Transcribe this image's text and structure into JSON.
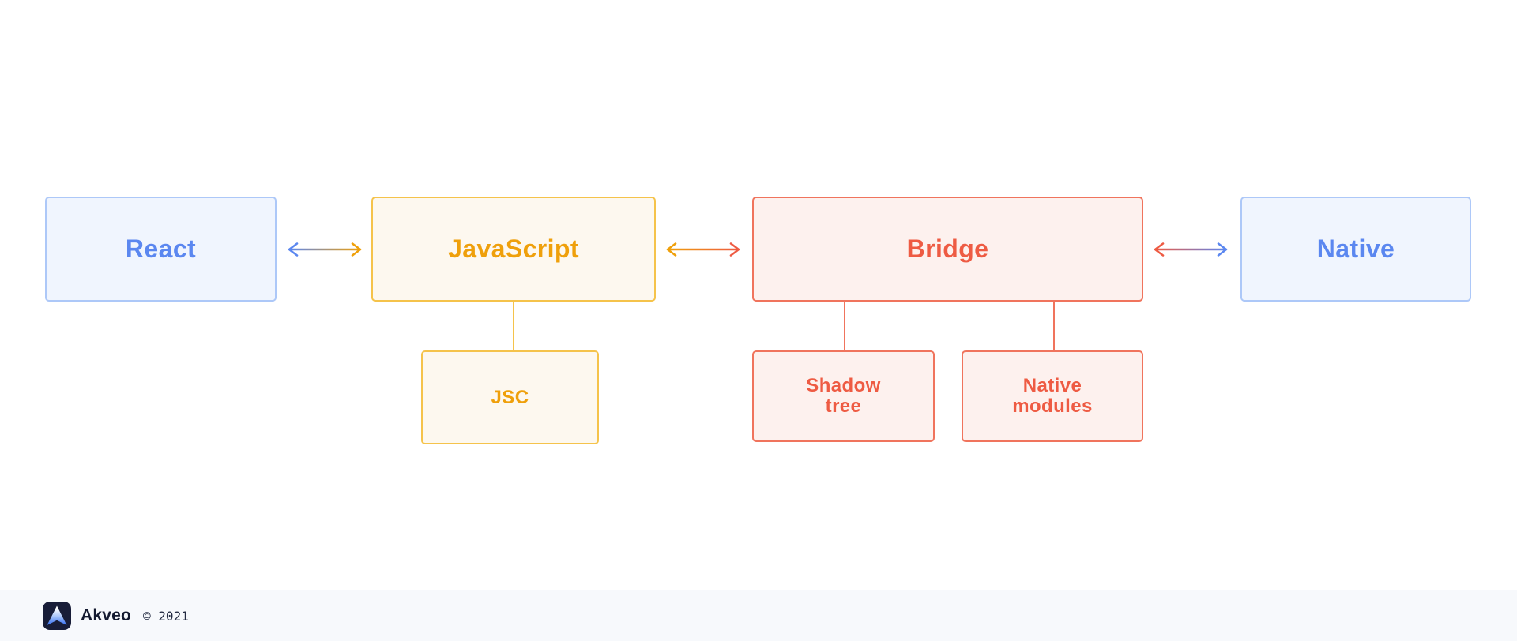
{
  "palette": {
    "blue_text": "#5b87f0",
    "blue_border": "#adc8f8",
    "blue_bg": "#f0f5fe",
    "orange_text": "#efa00b",
    "orange_border": "#f5c34b",
    "orange_bg": "#fdf8ef",
    "red_text": "#ee5b43",
    "red_border": "#f0745d",
    "red_bg": "#fdf1ee",
    "footer_bg": "#f7f9fc",
    "logo_bg": "#181d38",
    "brand_text": "#141a30"
  },
  "diagram": {
    "nodes": {
      "react": {
        "label": "React",
        "theme": "blue"
      },
      "javascript": {
        "label": "JavaScript",
        "theme": "orange"
      },
      "bridge": {
        "label": "Bridge",
        "theme": "red"
      },
      "native": {
        "label": "Native",
        "theme": "blue"
      },
      "jsc": {
        "label": "JSC",
        "theme": "orange",
        "parent": "javascript"
      },
      "shadow_tree": {
        "label": "Shadow\ntree",
        "theme": "red",
        "parent": "bridge"
      },
      "native_modules": {
        "label": "Native\nmodules",
        "theme": "red",
        "parent": "bridge"
      }
    },
    "arrows": [
      {
        "from": "react",
        "to": "javascript",
        "direction": "both",
        "from_color": "#5b87f0",
        "to_color": "#efa00b"
      },
      {
        "from": "javascript",
        "to": "bridge",
        "direction": "both",
        "from_color": "#efa00b",
        "to_color": "#ee5b43"
      },
      {
        "from": "bridge",
        "to": "native",
        "direction": "both",
        "from_color": "#ee5b43",
        "to_color": "#5b87f0"
      }
    ]
  },
  "footer": {
    "brand": "Akveo",
    "copyright": "© 2021",
    "logo": "akveo-triangle-logo"
  }
}
